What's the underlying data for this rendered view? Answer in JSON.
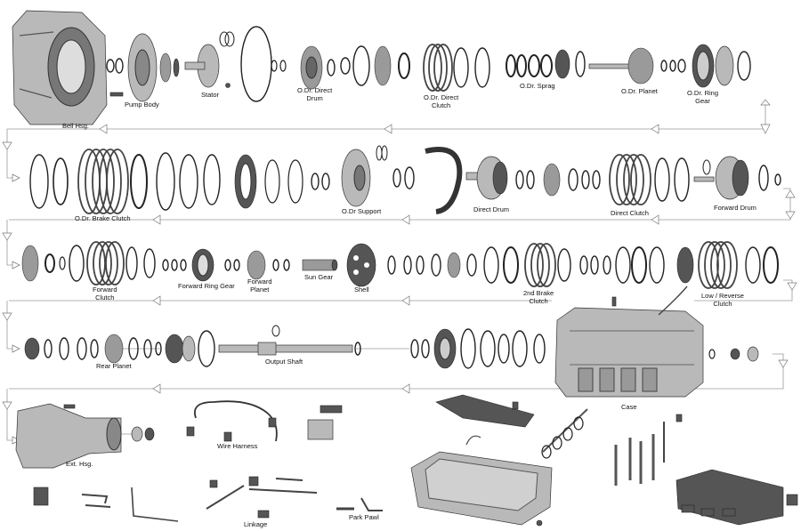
{
  "labels": {
    "bell_hsg": "Bell Hsg.",
    "pump_body": "Pump Body",
    "stator": "Stator",
    "odr_direct_drum_1": "O.Dr. Direct",
    "odr_direct_drum_2": "Drum",
    "odr_direct_clutch_1": "O.Dr. Direct",
    "odr_direct_clutch_2": "Clutch",
    "odr_sprag": "O.Dr. Sprag",
    "odr_planet": "O.Dr. Planet",
    "odr_ring_gear_1": "O.Dr. Ring",
    "odr_ring_gear_2": "Gear",
    "odr_brake_clutch": "O.Dr. Brake Clutch",
    "odr_support": "O.Dr Support",
    "direct_drum": "Direct Drum",
    "direct_clutch": "Direct Clutch",
    "forward_drum": "Forward Drum",
    "forward_clutch_1": "Forward",
    "forward_clutch_2": "Clutch",
    "forward_ring_gear": "Forward Ring Gear",
    "forward_planet_1": "Forward",
    "forward_planet_2": "Planet",
    "sun_gear": "Sun Gear",
    "shell": "Shell",
    "second_brake_clutch_1": "2nd Brake",
    "second_brake_clutch_2": "Clutch",
    "low_reverse_clutch_1": "Low / Reverse",
    "low_reverse_clutch_2": "Clutch",
    "rear_planet": "Rear Planet",
    "output_shaft": "Output Shaft",
    "case": "Case",
    "ext_hsg": "Ext. Hsg.",
    "wire_harness": "Wire Harness",
    "linkage": "Linkage",
    "park_pawl": "Park Pawl"
  },
  "colors": {
    "flow_line": "#9a9a9a",
    "part_metal": "#b9b9b9",
    "part_dark": "#555555",
    "background": "#ffffff"
  }
}
